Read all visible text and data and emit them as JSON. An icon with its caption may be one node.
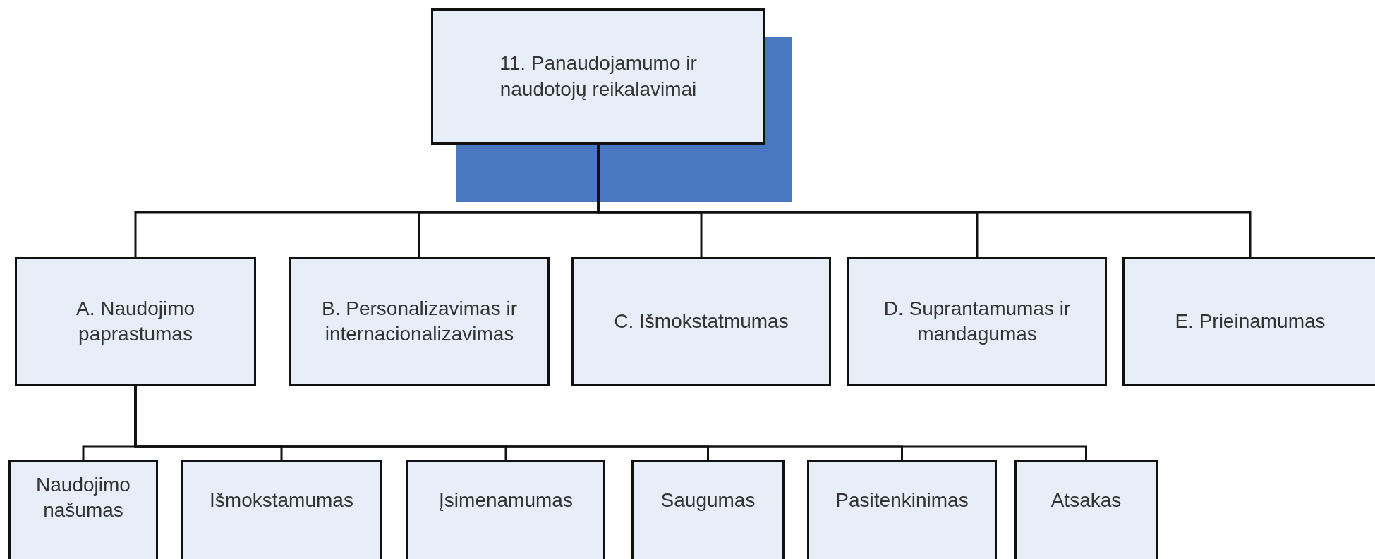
{
  "diagram": {
    "nodes": [
      {
        "text": [
          "11. Panaudojamumo ir naudotojų reikalavimai"
        ]
      },
      {
        "text": [
          "A. Naudojimo paprastumas"
        ]
      },
      {
        "text": [
          "B. Personalizavimas ir internacionalizavimas"
        ]
      },
      {
        "text": [
          "C. Išmokstatmumas"
        ]
      },
      {
        "text": [
          "D. Suprantamumas ir mandagumas"
        ]
      },
      {
        "text": [
          "E. Prieinamumas"
        ]
      },
      {
        "text": [
          "Naudojimo našumas"
        ]
      },
      {
        "text": [
          "Išmokstamumas"
        ]
      },
      {
        "text": [
          "Įsimenamumas"
        ]
      },
      {
        "text": [
          "Saugumas"
        ]
      },
      {
        "text": [
          "Pasitenkinimas"
        ]
      },
      {
        "text": [
          "Atsakas"
        ]
      }
    ],
    "edges": [
      {
        "from": 0,
        "to": 1,
        "arrow": "none"
      },
      {
        "from": 0,
        "to": 2,
        "arrow": "none"
      },
      {
        "from": 0,
        "to": 3,
        "arrow": "none"
      },
      {
        "from": 0,
        "to": 4,
        "arrow": "none"
      },
      {
        "from": 0,
        "to": 5,
        "arrow": "none"
      },
      {
        "from": 1,
        "to": 6,
        "arrow": "none"
      },
      {
        "from": 1,
        "to": 7,
        "arrow": "none"
      },
      {
        "from": 1,
        "to": 8,
        "arrow": "none"
      },
      {
        "from": 1,
        "to": 9,
        "arrow": "none"
      },
      {
        "from": 1,
        "to": 10,
        "arrow": "none"
      },
      {
        "from": 1,
        "to": 11,
        "arrow": "none"
      }
    ]
  }
}
